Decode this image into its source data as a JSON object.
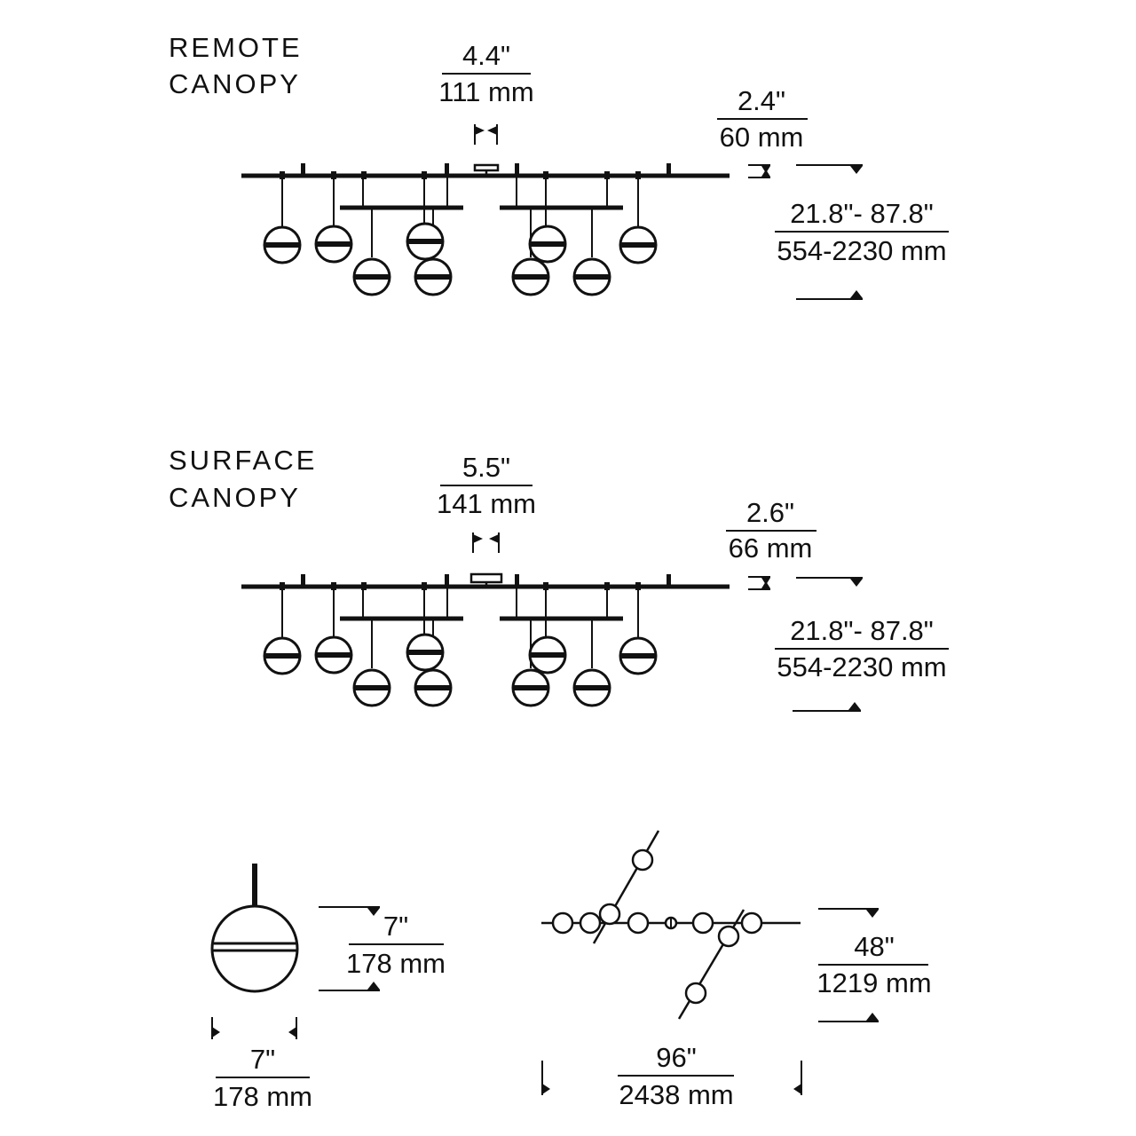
{
  "remote": {
    "title_line1": "REMOTE",
    "title_line2": "CANOPY",
    "canopy_in": "4.4\"",
    "canopy_mm": "111 mm",
    "height_in": "2.4\"",
    "height_mm": "60 mm",
    "drop_in": "21.8\"- 87.8\"",
    "drop_mm": "554-2230 mm"
  },
  "surface": {
    "title_line1": "SURFACE",
    "title_line2": "CANOPY",
    "canopy_in": "5.5\"",
    "canopy_mm": "141 mm",
    "height_in": "2.6\"",
    "height_mm": "66 mm",
    "drop_in": "21.8\"- 87.8\"",
    "drop_mm": "554-2230 mm"
  },
  "globe": {
    "height_in": "7\"",
    "height_mm": "178 mm",
    "width_in": "7\"",
    "width_mm": "178 mm"
  },
  "plan": {
    "depth_in": "48\"",
    "depth_mm": "1219 mm",
    "length_in": "96\"",
    "length_mm": "2438 mm"
  },
  "colors": {
    "ink": "#111111",
    "background": "#ffffff"
  }
}
